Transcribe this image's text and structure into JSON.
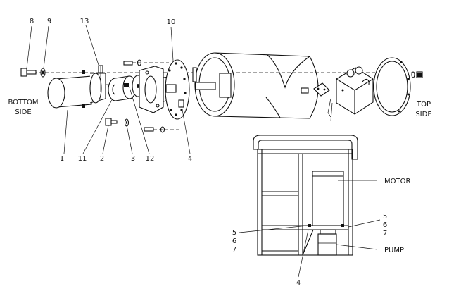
{
  "side_labels": {
    "bottom_line1": "BOTTOM",
    "bottom_line2": "SIDE",
    "top_line1": "TOP",
    "top_line2": "SIDE"
  },
  "callouts": {
    "n8": "8",
    "n9": "9",
    "n13": "13",
    "n10": "10",
    "n1": "1",
    "n11": "11",
    "n2": "2",
    "n3": "3",
    "n12": "12",
    "n4_upper": "4",
    "n4_lower": "4",
    "n5_right": "5",
    "n6_right": "6",
    "n7_right": "7",
    "n5_left": "5",
    "n6_left": "6",
    "n7_left": "7"
  },
  "assembly_labels": {
    "motor": "MOTOR",
    "pump": "PUMP"
  }
}
